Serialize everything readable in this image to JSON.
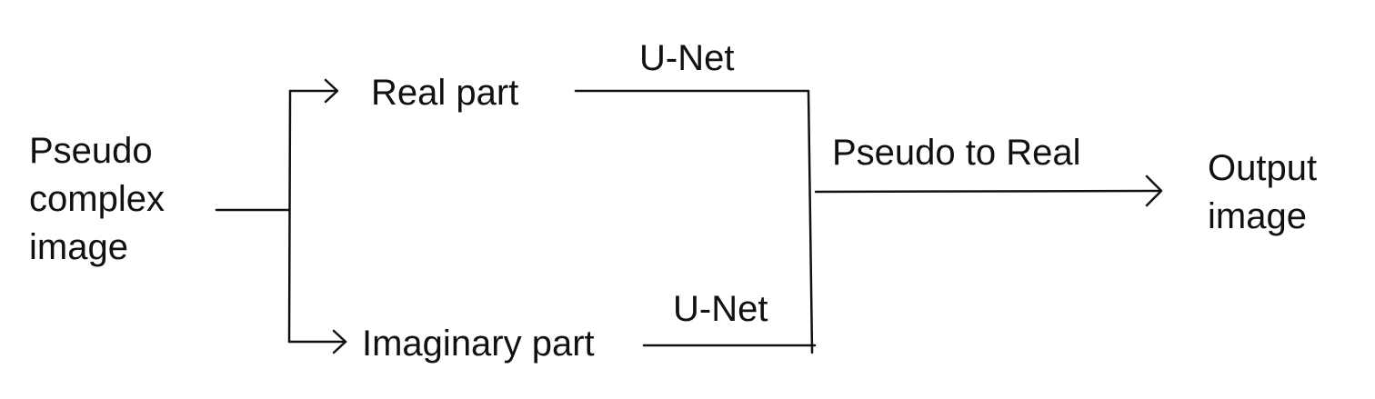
{
  "diagram": {
    "input": {
      "lines": [
        "Pseudo",
        "complex",
        "image"
      ]
    },
    "real_part": "Real part",
    "imaginary_part": "Imaginary part",
    "unet_top": "U-Net",
    "unet_bottom": "U-Net",
    "pseudo_to_real": "Pseudo to Real",
    "output": {
      "lines": [
        "Output",
        "image"
      ]
    }
  }
}
